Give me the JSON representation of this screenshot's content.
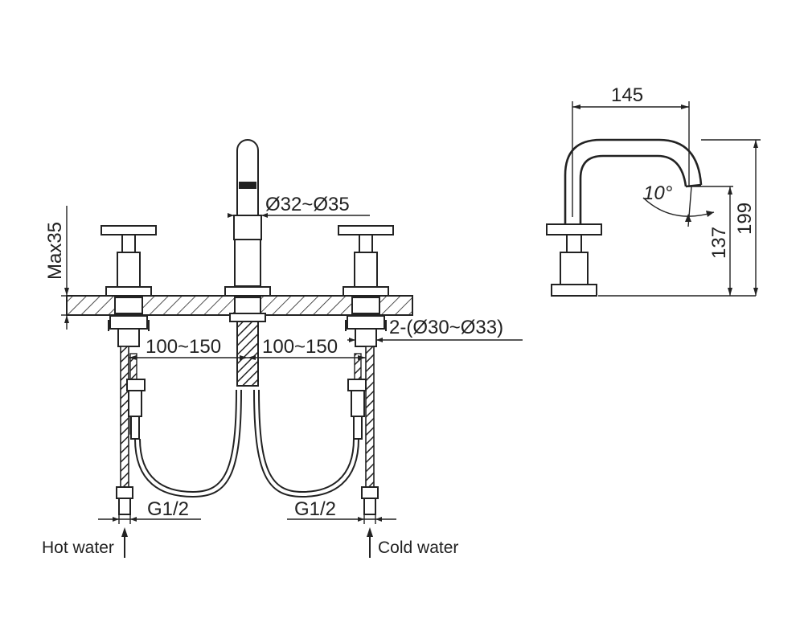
{
  "front_view": {
    "spout_diameter": "Ø32~Ø35",
    "deck_thickness": "Max35",
    "spacing_left": "100~150",
    "spacing_right": "100~150",
    "handle_hole_diameter": "2-(Ø30~Ø33)",
    "thread_left": "G1/2",
    "thread_right": "G1/2",
    "hot_label": "Hot water",
    "cold_label": "Cold water"
  },
  "side_view": {
    "reach": "145",
    "total_height": "199",
    "spout_height": "137",
    "angle": "10°"
  },
  "colors": {
    "line": "#222222",
    "background": "#ffffff"
  }
}
